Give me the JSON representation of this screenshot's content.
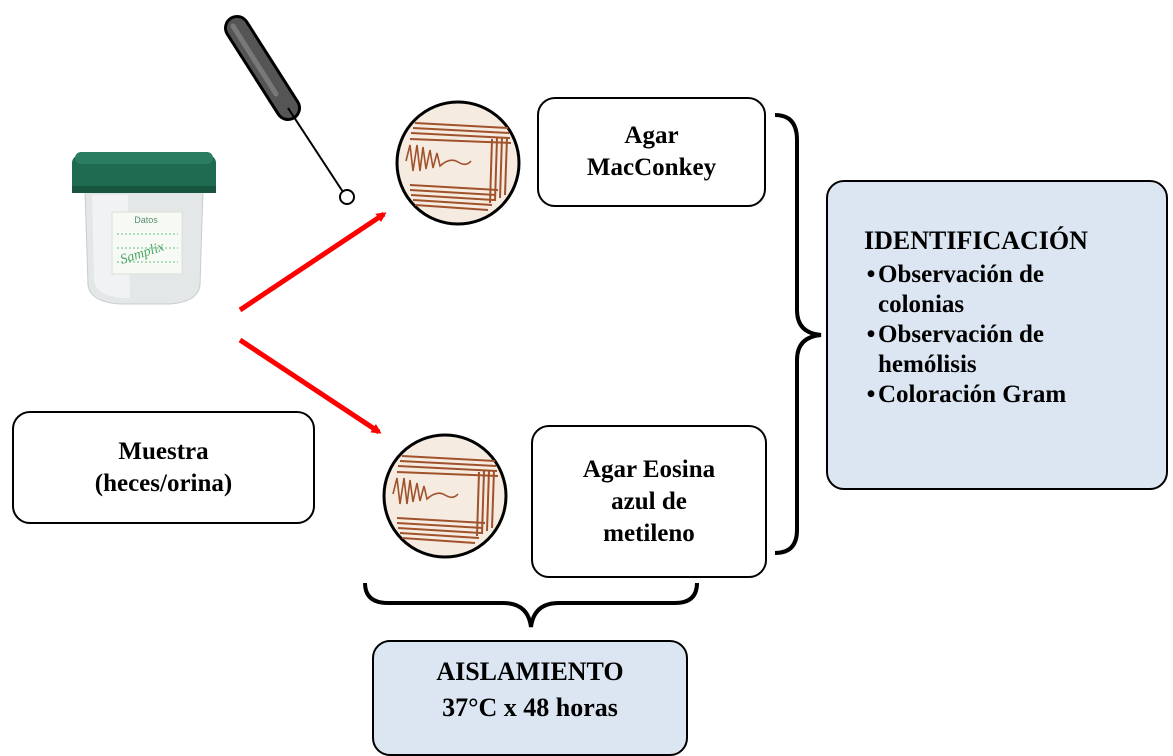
{
  "sample": {
    "label_line1": "Muestra",
    "label_line2": "(heces/orina)",
    "container_label": "Datos",
    "container_brand": "Samplix"
  },
  "media": [
    {
      "label_line1": "Agar",
      "label_line2": "MacConkey"
    },
    {
      "label_line1": "Agar Eosina",
      "label_line2": "azul de",
      "label_line3": "metileno"
    }
  ],
  "identification": {
    "title": "IDENTIFICACIÓN",
    "items": [
      {
        "line1": "Observación de",
        "line2": "colonias"
      },
      {
        "line1": "Observación de",
        "line2": "hemólisis"
      },
      {
        "line1": "Coloración Gram",
        "line2": ""
      }
    ]
  },
  "isolation": {
    "title": "AISLAMIENTO",
    "condition": "37°C x 48 horas"
  },
  "colors": {
    "arrow": "#ff0000",
    "box_fill_highlight": "#dce6f2",
    "streak": "#a0522d",
    "lid": "#1f6b52"
  },
  "icons": [
    "specimen-container-icon",
    "inoculation-loop-icon",
    "petri-dish-icon",
    "petri-dish-icon"
  ]
}
